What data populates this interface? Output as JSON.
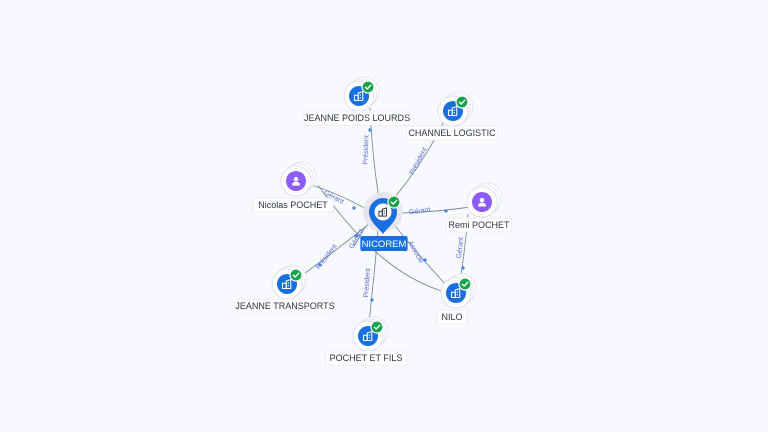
{
  "graph": {
    "center": {
      "id": "nicorem",
      "label": "NICOREM",
      "type": "company",
      "verified": true
    },
    "nodes": [
      {
        "id": "jeanne-poids-lourds",
        "label": "JEANNE POIDS LOURDS",
        "type": "company",
        "verified": true
      },
      {
        "id": "channel-logistic",
        "label": "CHANNEL LOGISTIC",
        "type": "company",
        "verified": true
      },
      {
        "id": "nicolas-pochet",
        "label": "Nicolas POCHET",
        "type": "person",
        "verified": false
      },
      {
        "id": "remi-pochet",
        "label": "Remi POCHET",
        "type": "person",
        "verified": false
      },
      {
        "id": "jeanne-transports",
        "label": "JEANNE TRANSPORTS",
        "type": "company",
        "verified": true
      },
      {
        "id": "nilo",
        "label": "NILO",
        "type": "company",
        "verified": true
      },
      {
        "id": "pochet-et-fils",
        "label": "POCHET ET FILS",
        "type": "company",
        "verified": true
      }
    ],
    "edges": [
      {
        "from": "jeanne-poids-lourds",
        "to": "nicorem",
        "label": "Président"
      },
      {
        "from": "channel-logistic",
        "to": "nicorem",
        "label": "Président"
      },
      {
        "from": "nicolas-pochet",
        "to": "nicorem",
        "label": "Gérant"
      },
      {
        "from": "remi-pochet",
        "to": "nicorem",
        "label": "Gérant"
      },
      {
        "from": "nicorem",
        "to": "jeanne-transports",
        "label": "Président"
      },
      {
        "from": "nicorem",
        "to": "pochet-et-fils",
        "label": "Président"
      },
      {
        "from": "nicorem",
        "to": "nilo",
        "label": "Associé"
      },
      {
        "from": "remi-pochet",
        "to": "nilo",
        "label": "Gérant"
      },
      {
        "from": "nicolas-pochet",
        "to": "nilo",
        "label": ""
      },
      {
        "from": "nicorem",
        "to": "jeanne-transports",
        "label": "Gérant"
      }
    ],
    "colors": {
      "company": "#1a6fe0",
      "person": "#8b5cf6",
      "verified": "#17a34a",
      "edge_label": "#5a6fd6"
    },
    "icons": {
      "company": "building-icon",
      "person": "user-icon",
      "verified": "check-badge-icon",
      "center": "map-pin-icon"
    }
  }
}
